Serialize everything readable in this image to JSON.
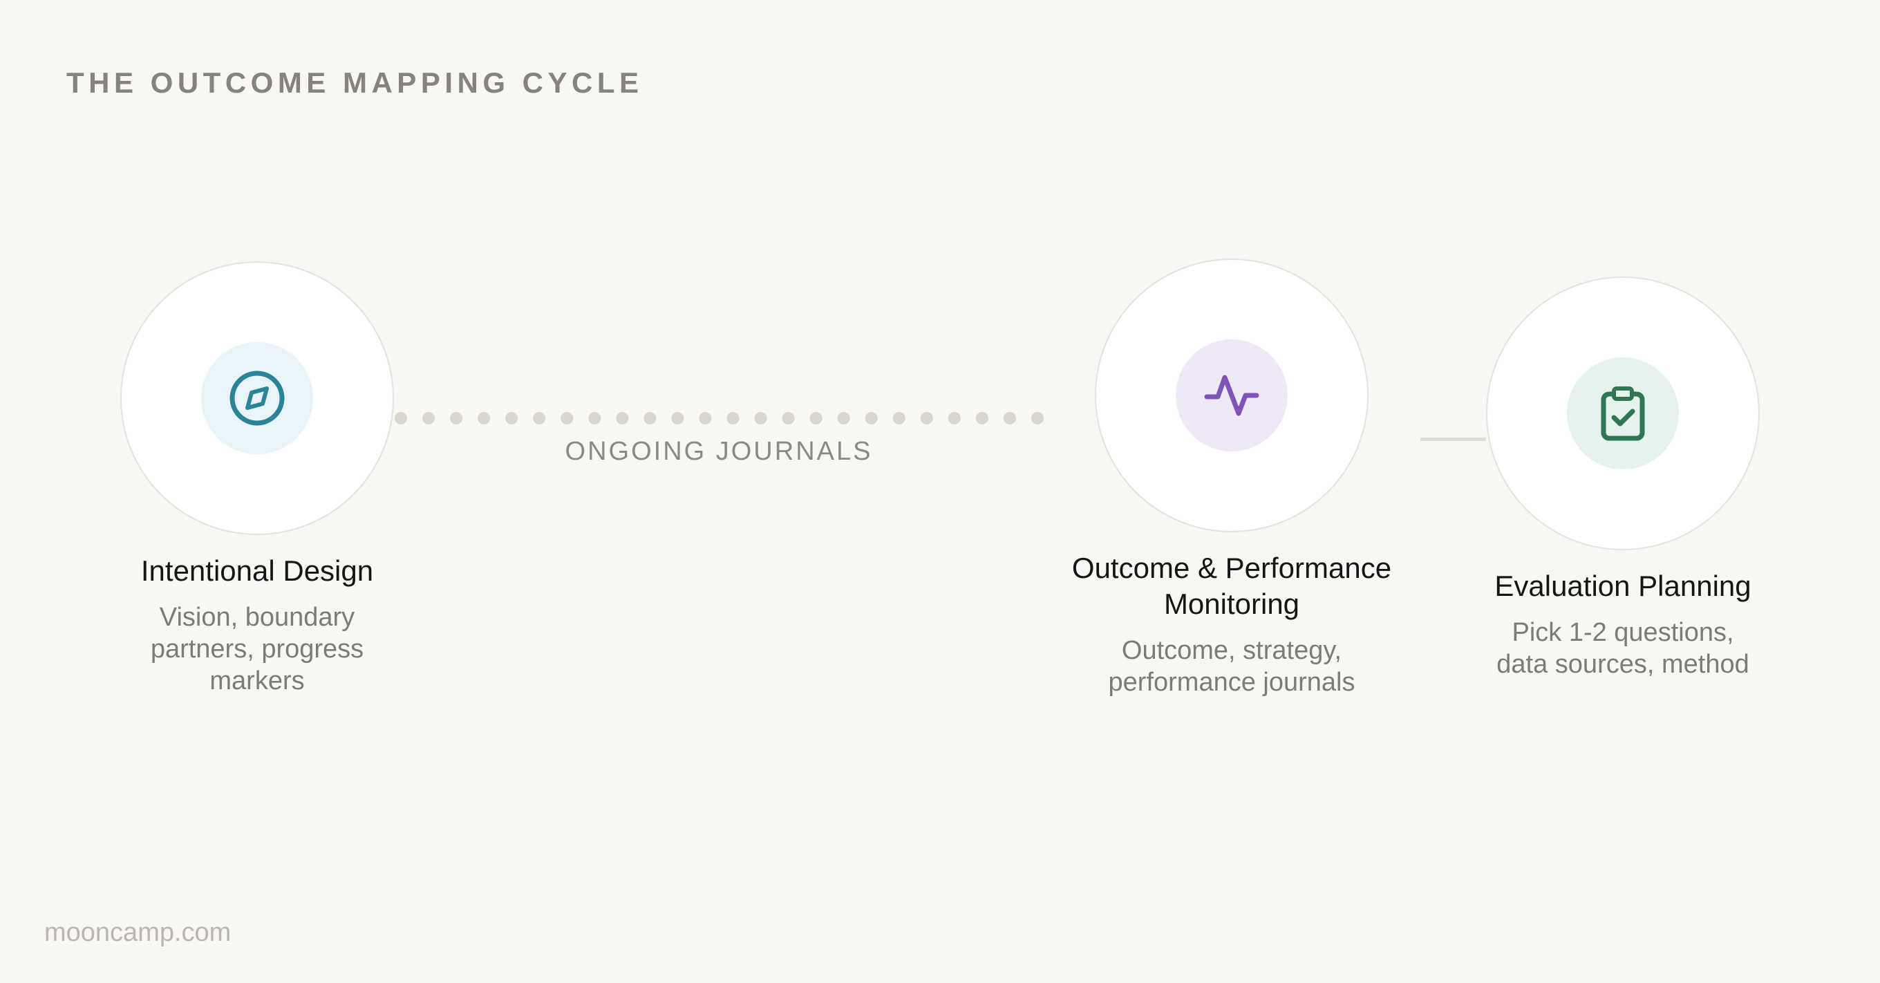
{
  "title": "THE OUTCOME MAPPING CYCLE",
  "stages": [
    {
      "title": "Intentional Design",
      "description": [
        "Vision, boundary",
        "partners, progress",
        "markers"
      ],
      "icon": "compass-icon",
      "icon_color": "#2b8397",
      "badge_color": "#e9f4f8"
    },
    {
      "title": [
        "Outcome & Performance",
        "Monitoring"
      ],
      "description": [
        "Outcome, strategy,",
        "performance journals"
      ],
      "icon": "pulse-icon",
      "icon_color": "#7e54b7",
      "badge_color": "#efe9f7"
    },
    {
      "title": "Evaluation Planning",
      "description": [
        "Pick 1-2 questions,",
        "data sources, method"
      ],
      "icon": "clipboard-check-icon",
      "icon_color": "#2f7652",
      "badge_color": "#e6f3ec"
    }
  ],
  "connectors": [
    {
      "label": "ONGOING JOURNALS",
      "style": "dotted"
    },
    {
      "label": "",
      "style": "solid"
    }
  ],
  "footer": "mooncamp.com"
}
